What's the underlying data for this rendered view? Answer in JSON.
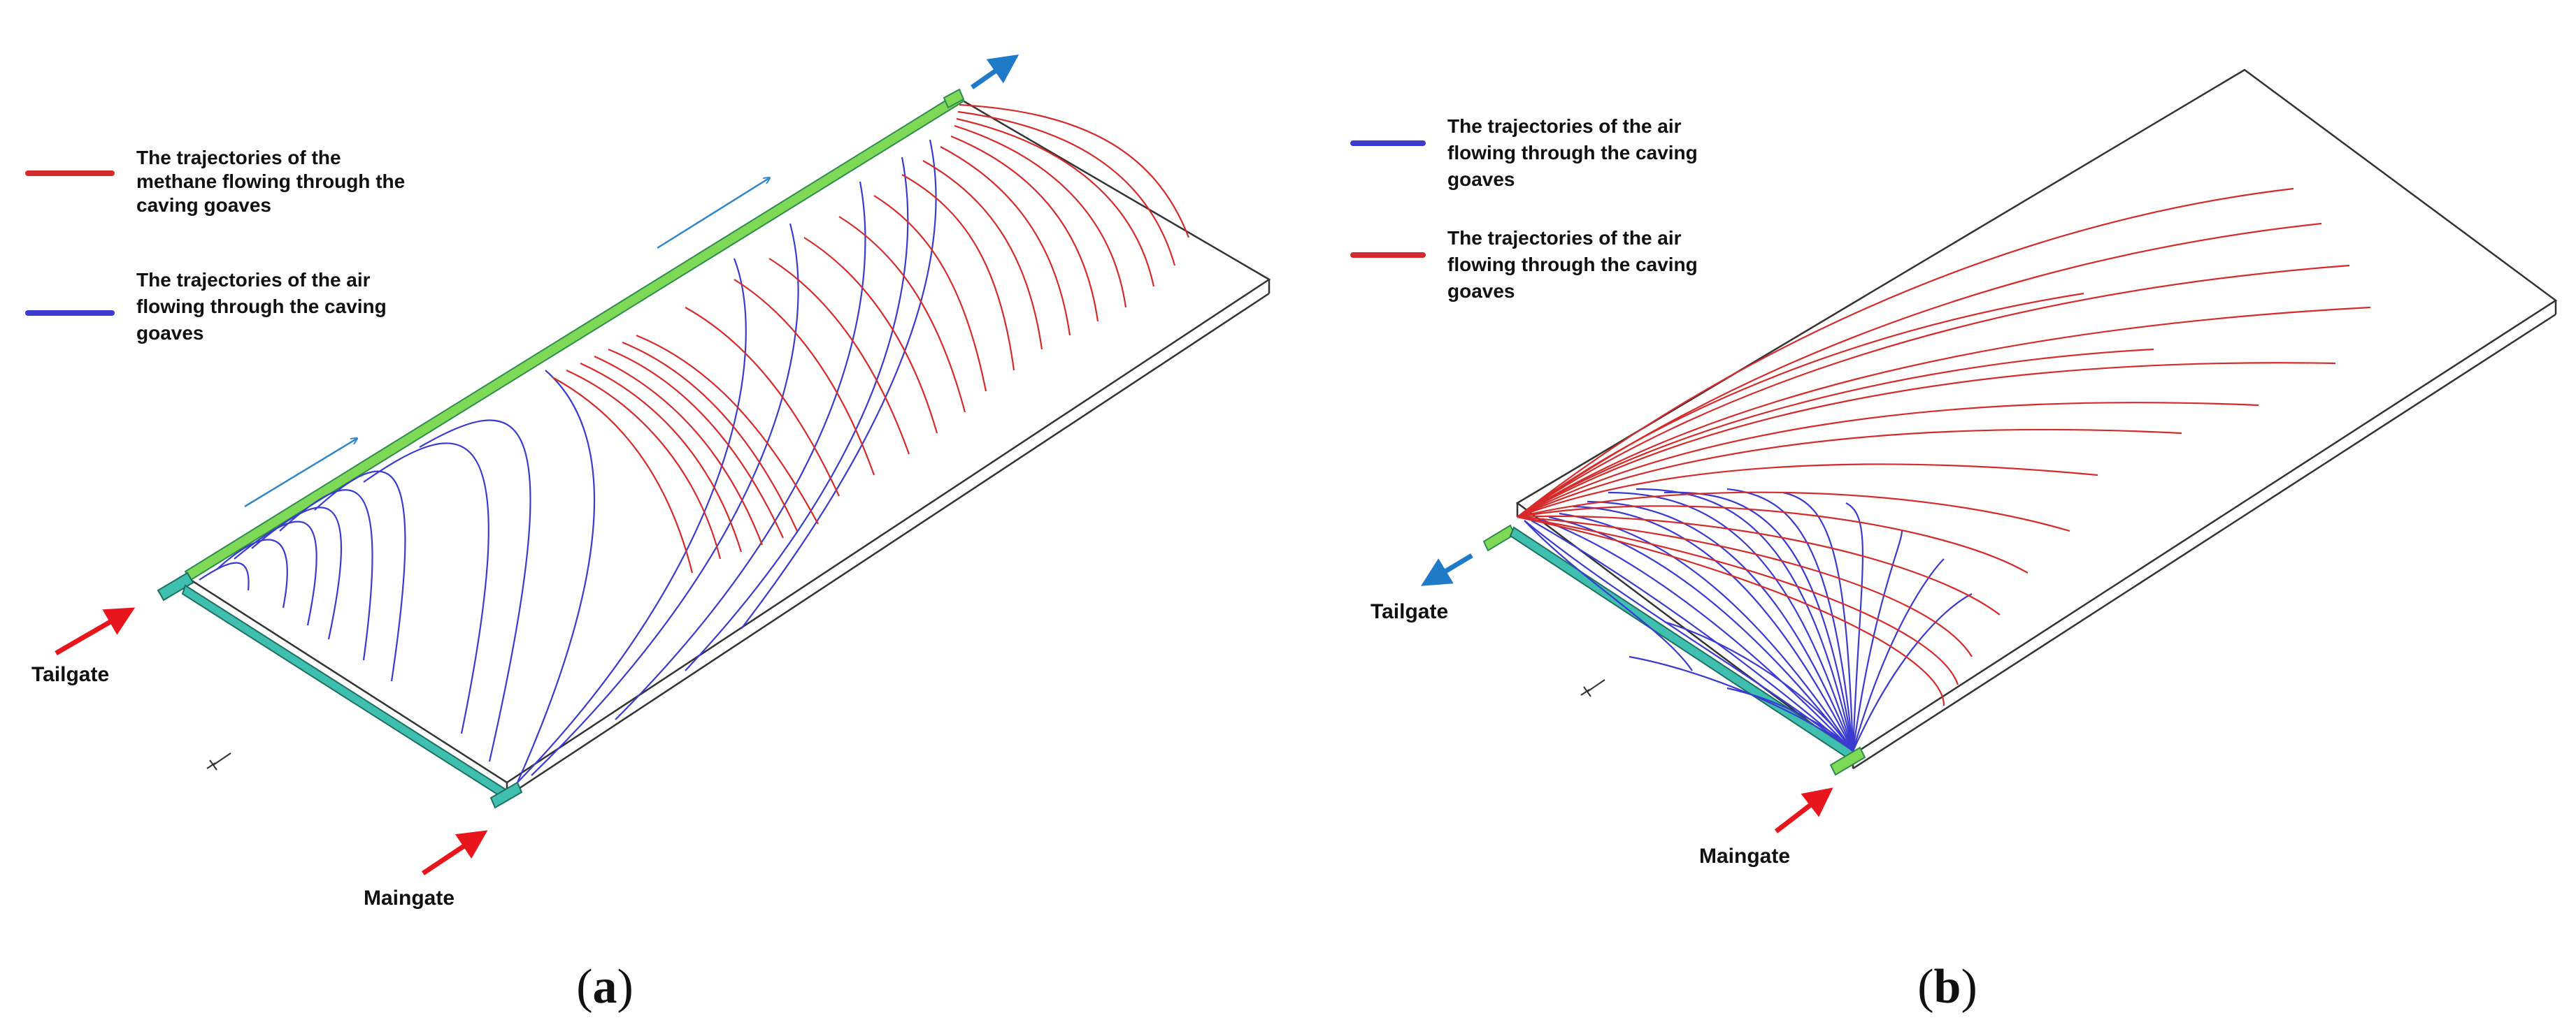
{
  "colors": {
    "methane_trajectory": "#d62b2b",
    "air_trajectory": "#3b3bd0",
    "inflow_arrow": "#e8161c",
    "outflow_arrow": "#1f7ac8",
    "flow_direction_arrow": "#2f86c9",
    "gallery_green": "#7ed957",
    "gallery_teal": "#3fbfb0",
    "outline": "#333333"
  },
  "panel_a": {
    "legend": [
      {
        "label_lines": [
          "The   trajectories   of   the",
          "methane flowing through the",
          "caving goaves"
        ],
        "color": "#d62b2b"
      },
      {
        "label_lines": [
          "The trajectories of the air",
          "flowing through the caving",
          "goaves"
        ],
        "color": "#3b3bd0"
      }
    ],
    "tailgate_label": "Tailgate",
    "maingate_label": "Maingate",
    "caption_open": "(",
    "caption_letter": "a",
    "caption_close": ")"
  },
  "panel_b": {
    "legend": [
      {
        "label_lines": [
          "The trajectories of the air",
          "flowing through the caving",
          "goaves"
        ],
        "color": "#3b3bd0"
      },
      {
        "label_lines": [
          "The trajectories of the air",
          "flowing through the caving",
          "goaves"
        ],
        "color": "#d62b2b"
      }
    ],
    "tailgate_label": "Tailgate",
    "maingate_label": "Maingate",
    "caption_open": "(",
    "caption_letter": "b",
    "caption_close": ")"
  }
}
